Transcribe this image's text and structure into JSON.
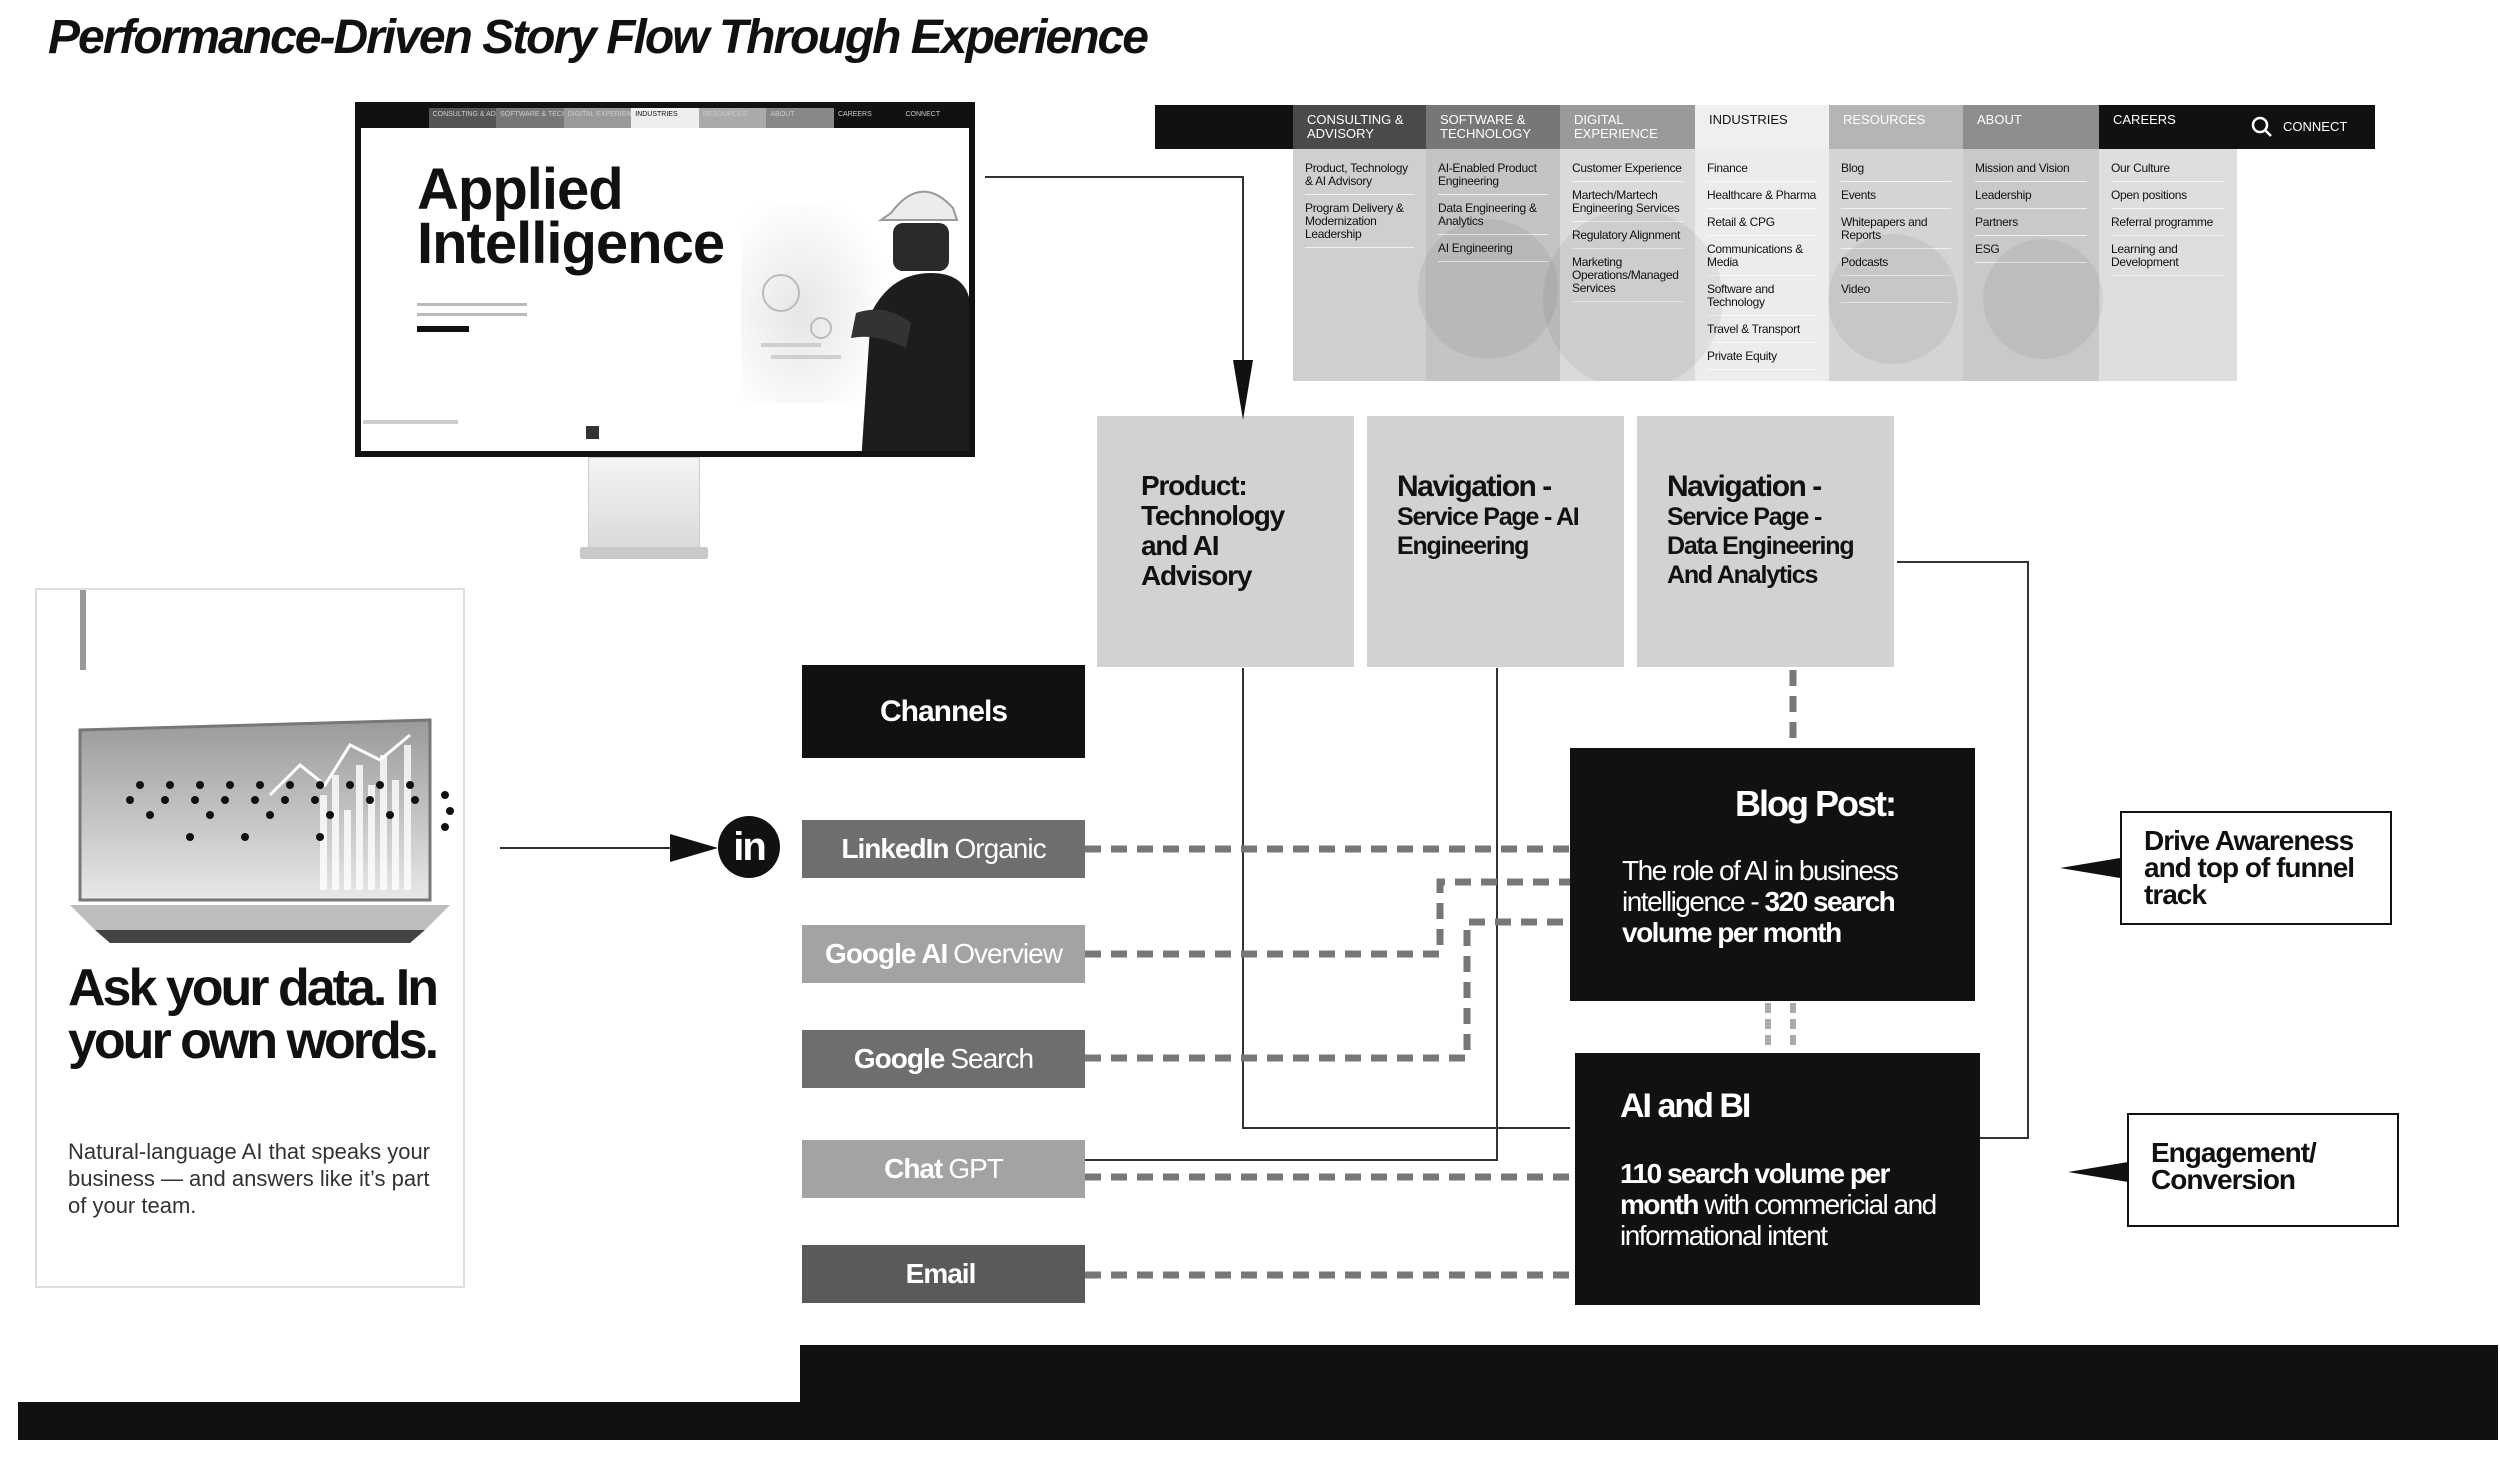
{
  "title": "Performance-Driven Story Flow Through Experience",
  "monitor": {
    "nav": [
      "",
      "CONSULTING & ADVISORY",
      "SOFTWARE & TECHNOLOGY",
      "DIGITAL EXPERIENCE",
      "INDUSTRIES",
      "RESOURCES",
      "ABOUT",
      "CAREERS",
      "CONNECT"
    ],
    "hero_line1": "Applied",
    "hero_line2": "Intelligence"
  },
  "menu": {
    "headers": [
      {
        "label": "",
        "bg": "#111111",
        "color": "#ffffff"
      },
      {
        "label": "CONSULTING & ADVISORY",
        "bg": "#4a4a4a",
        "color": "#ffffff"
      },
      {
        "label": "SOFTWARE & TECHNOLOGY",
        "bg": "#777777",
        "color": "#ffffff"
      },
      {
        "label": "DIGITAL EXPERIENCE",
        "bg": "#9a9a9a",
        "color": "#ffffff"
      },
      {
        "label": "INDUSTRIES",
        "bg": "#efefef",
        "color": "#111111"
      },
      {
        "label": "RESOURCES",
        "bg": "#b5b5b5",
        "color": "#ffffff"
      },
      {
        "label": "ABOUT",
        "bg": "#8e8e8e",
        "color": "#ffffff"
      },
      {
        "label": "CAREERS",
        "bg": "#111111",
        "color": "#ffffff"
      },
      {
        "label": "CONNECT",
        "bg": "#111111",
        "color": "#ffffff"
      }
    ],
    "columns": [
      {
        "bg": "#cfcfcf",
        "items": [
          "Product, Technology & AI Advisory",
          "Program Delivery & Modernization Leadership"
        ]
      },
      {
        "bg": "#c4c4c4",
        "items": [
          "AI-Enabled Product Engineering",
          "Data Engineering & Analytics",
          "AI Engineering"
        ]
      },
      {
        "bg": "#dadada",
        "items": [
          "Customer Experience",
          "Martech/Martech Engineering Services",
          "Regulatory Alignment",
          "Marketing Operations/Managed Services"
        ]
      },
      {
        "bg": "#ececec",
        "items": [
          "Finance",
          "Healthcare & Pharma",
          "Retail & CPG",
          "Communications & Media",
          "Software and Technology",
          "Travel & Transport",
          "Private Equity"
        ]
      },
      {
        "bg": "#d4d4d4",
        "items": [
          "Blog",
          "Events",
          "Whitepapers and Reports",
          "Podcasts",
          "Video"
        ]
      },
      {
        "bg": "#c9c9c9",
        "items": [
          "Mission and Vision",
          "Leadership",
          "Partners",
          "ESG"
        ]
      },
      {
        "bg": "#dedede",
        "items": [
          "Our Culture",
          "Open positions",
          "Referral programme",
          "Learning and Development"
        ]
      }
    ]
  },
  "services": [
    {
      "line1": "Product:",
      "line2": "Technology and AI Advisory"
    },
    {
      "line1": "Navigation -",
      "line2": "Service Page - AI Engineering"
    },
    {
      "line1": "Navigation -",
      "line2": "Service Page - Data Engineering And Analytics"
    }
  ],
  "channels": {
    "heading": "Channels",
    "linkedin_icon": "in",
    "items": [
      {
        "bold": "LinkedIn",
        "light": "Organic",
        "bg": "#6e6e6e"
      },
      {
        "bold": "Google AI",
        "light": "Overview",
        "bg": "#a3a3a3"
      },
      {
        "bold": "Google",
        "light": "Search",
        "bg": "#6e6e6e"
      },
      {
        "bold": "Chat",
        "light": "GPT",
        "bg": "#a3a3a3"
      },
      {
        "bold": "Email",
        "light": "",
        "bg": "#5a5a5a"
      }
    ]
  },
  "blog": {
    "title": "Blog Post:",
    "body_plain": "The role of AI in business intelligence - ",
    "body_bold": "320 search volume per month"
  },
  "aibi": {
    "title": "AI and BI",
    "body_bold": "110 search volume per month",
    "body_plain": " with commericial and informational intent"
  },
  "labels": {
    "awareness": "Drive Awareness and top of funnel track",
    "engagement": "Engagement/ Conversion"
  },
  "card": {
    "headline": "Ask your data. In your own words.",
    "body": "Natural-language AI that speaks your business — and answers like it’s part of your team."
  }
}
